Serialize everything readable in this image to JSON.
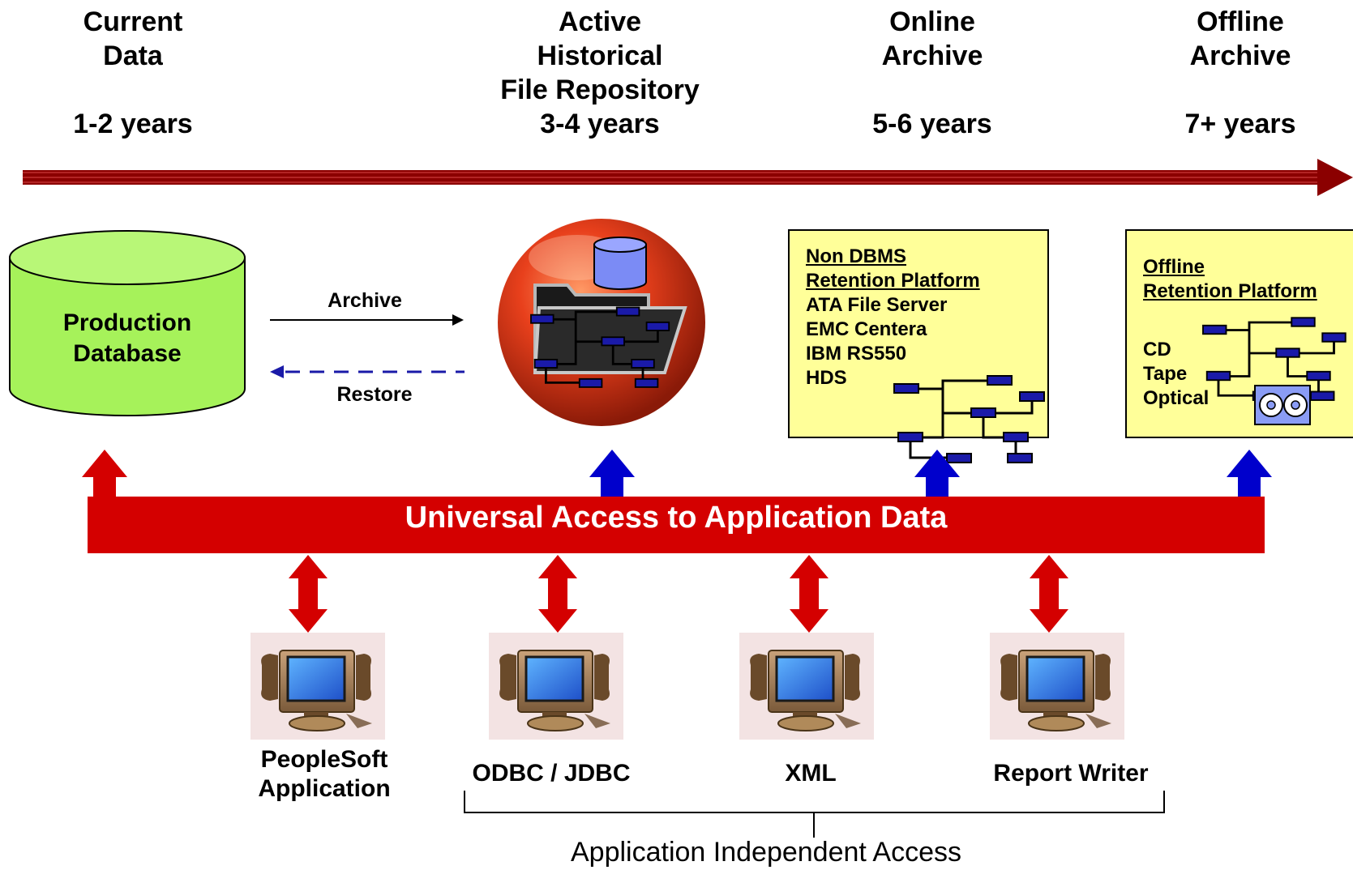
{
  "timeline": [
    {
      "title_lines": [
        "Current",
        "Data"
      ],
      "years": "1-2 years"
    },
    {
      "title_lines": [
        "Active",
        "Historical",
        "File Repository"
      ],
      "years": "3-4 years"
    },
    {
      "title_lines": [
        "Online",
        "Archive"
      ],
      "years": "5-6 years"
    },
    {
      "title_lines": [
        "Offline",
        "Archive"
      ],
      "years": "7+ years"
    }
  ],
  "production_db": {
    "line1": "Production",
    "line2": "Database"
  },
  "flows": {
    "archive": "Archive",
    "restore": "Restore"
  },
  "online_box": {
    "heading1": "Non DBMS",
    "heading2": "Retention Platform",
    "items": [
      "ATA File Server",
      "EMC Centera",
      "IBM RS550",
      "HDS"
    ]
  },
  "offline_box": {
    "heading1": "Offline",
    "heading2": "Retention Platform",
    "items": [
      "CD",
      "Tape",
      "Optical"
    ]
  },
  "access_bar": {
    "label": "Universal Access to Application Data"
  },
  "clients": [
    {
      "line1": "PeopleSoft",
      "line2": "Application"
    },
    {
      "line1": "ODBC / JDBC"
    },
    {
      "line1": "XML"
    },
    {
      "line1": "Report Writer"
    }
  ],
  "independent_access": "Application Independent Access",
  "colors": {
    "red": "#d40000",
    "dark_red": "#8b0000",
    "blue": "#0000cc",
    "db_green": "#a6f25a",
    "box_yellow": "#ffff99"
  }
}
